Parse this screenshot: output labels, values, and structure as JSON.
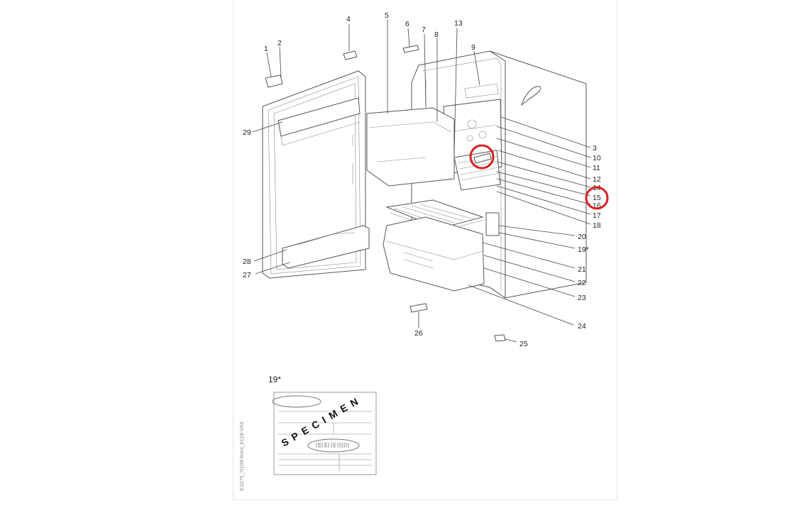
{
  "diagram": {
    "part_numbers": [
      "1",
      "2",
      "3",
      "4",
      "5",
      "6",
      "7",
      "8",
      "9",
      "10",
      "11",
      "12",
      "14",
      "15",
      "16",
      "17",
      "18",
      "19*",
      "20",
      "21",
      "22",
      "23",
      "24",
      "25",
      "26",
      "27",
      "28",
      "29"
    ],
    "callout_number": "15",
    "specimen_section_label": "19*",
    "specimen_text": "SPECIMEN",
    "side_code": "E1075_N108-front_6118-V03",
    "highlight_color": "#d42020"
  }
}
